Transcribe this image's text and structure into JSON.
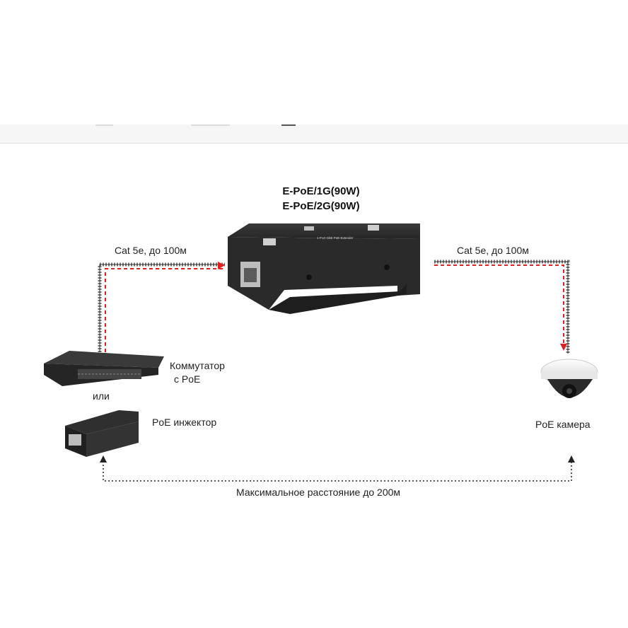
{
  "title": {
    "line1": "E-PoE/1G(90W)",
    "line2": "E-PoE/2G(90W)"
  },
  "device_print": "1-Port GbE PoE Extender",
  "cable_left": "Cat 5e, до 100м",
  "cable_right": "Cat 5e, до 100м",
  "switch_label": {
    "line1": "Коммутатор",
    "line2": "с PoE"
  },
  "or_label": "или",
  "injector_label": "PoE инжектор",
  "camera_label": "PoE камера",
  "distance_label": "Максимальное расстояние до 200м",
  "colors": {
    "power_line": "#e02020",
    "cable": "#555555",
    "device": "#2d2d2d"
  }
}
